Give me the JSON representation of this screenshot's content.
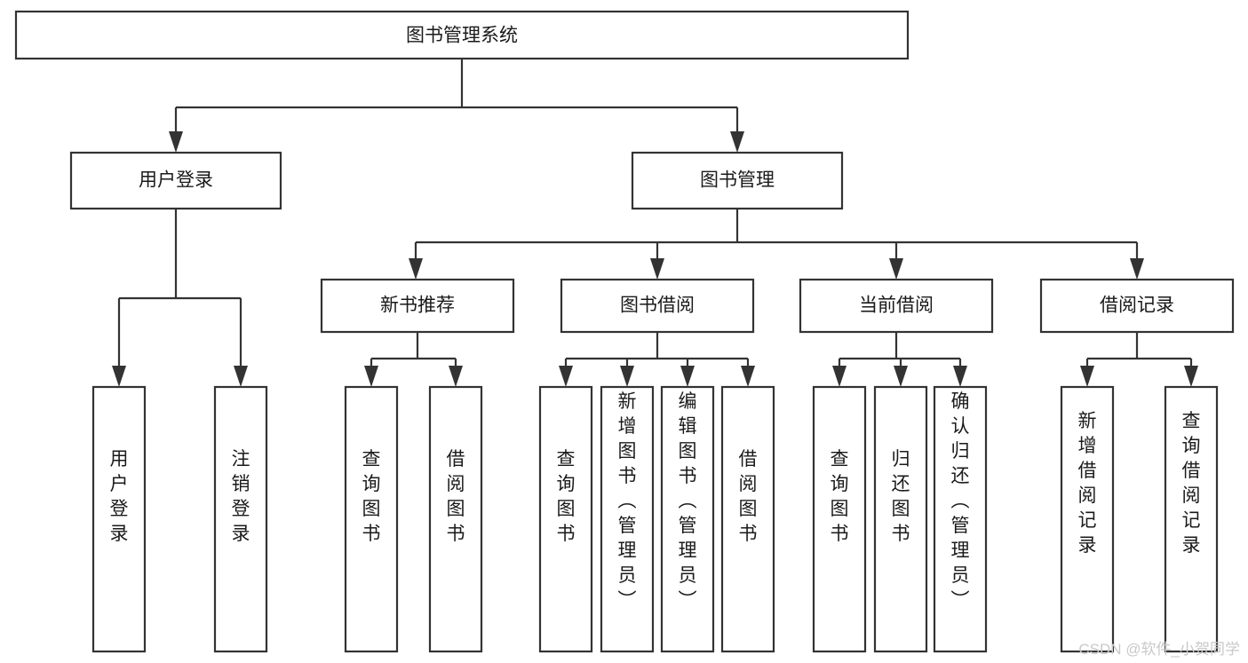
{
  "diagram": {
    "title": "图书管理系统",
    "type": "tree-hierarchy-chart",
    "colors": {
      "background": "#ffffff",
      "box_fill": "#ffffff",
      "box_stroke": "#333333",
      "text": "#1a1a1a",
      "watermark": "#c9c9c9"
    },
    "root": {
      "label": "图书管理系统"
    },
    "level2": [
      {
        "label": "用户登录"
      },
      {
        "label": "图书管理"
      }
    ],
    "level3": [
      {
        "label": "新书推荐"
      },
      {
        "label": "图书借阅"
      },
      {
        "label": "当前借阅"
      },
      {
        "label": "借阅记录"
      }
    ],
    "leaves": {
      "user_login": [
        {
          "label": "用户登录"
        },
        {
          "label": "注销登录"
        }
      ],
      "new_book_recommend": [
        {
          "label": "查询图书"
        },
        {
          "label": "借阅图书"
        }
      ],
      "book_borrow": [
        {
          "label": "查询图书"
        },
        {
          "label": "新增图书（管理员）"
        },
        {
          "label": "编辑图书（管理员）"
        },
        {
          "label": "借阅图书"
        }
      ],
      "current_borrow": [
        {
          "label": "查询图书"
        },
        {
          "label": "归还图书"
        },
        {
          "label": "确认归还（管理员）"
        }
      ],
      "borrow_record": [
        {
          "label": "新增借阅记录"
        },
        {
          "label": "查询借阅记录"
        }
      ]
    },
    "watermark": "CSDN @软件_小贺同学"
  }
}
